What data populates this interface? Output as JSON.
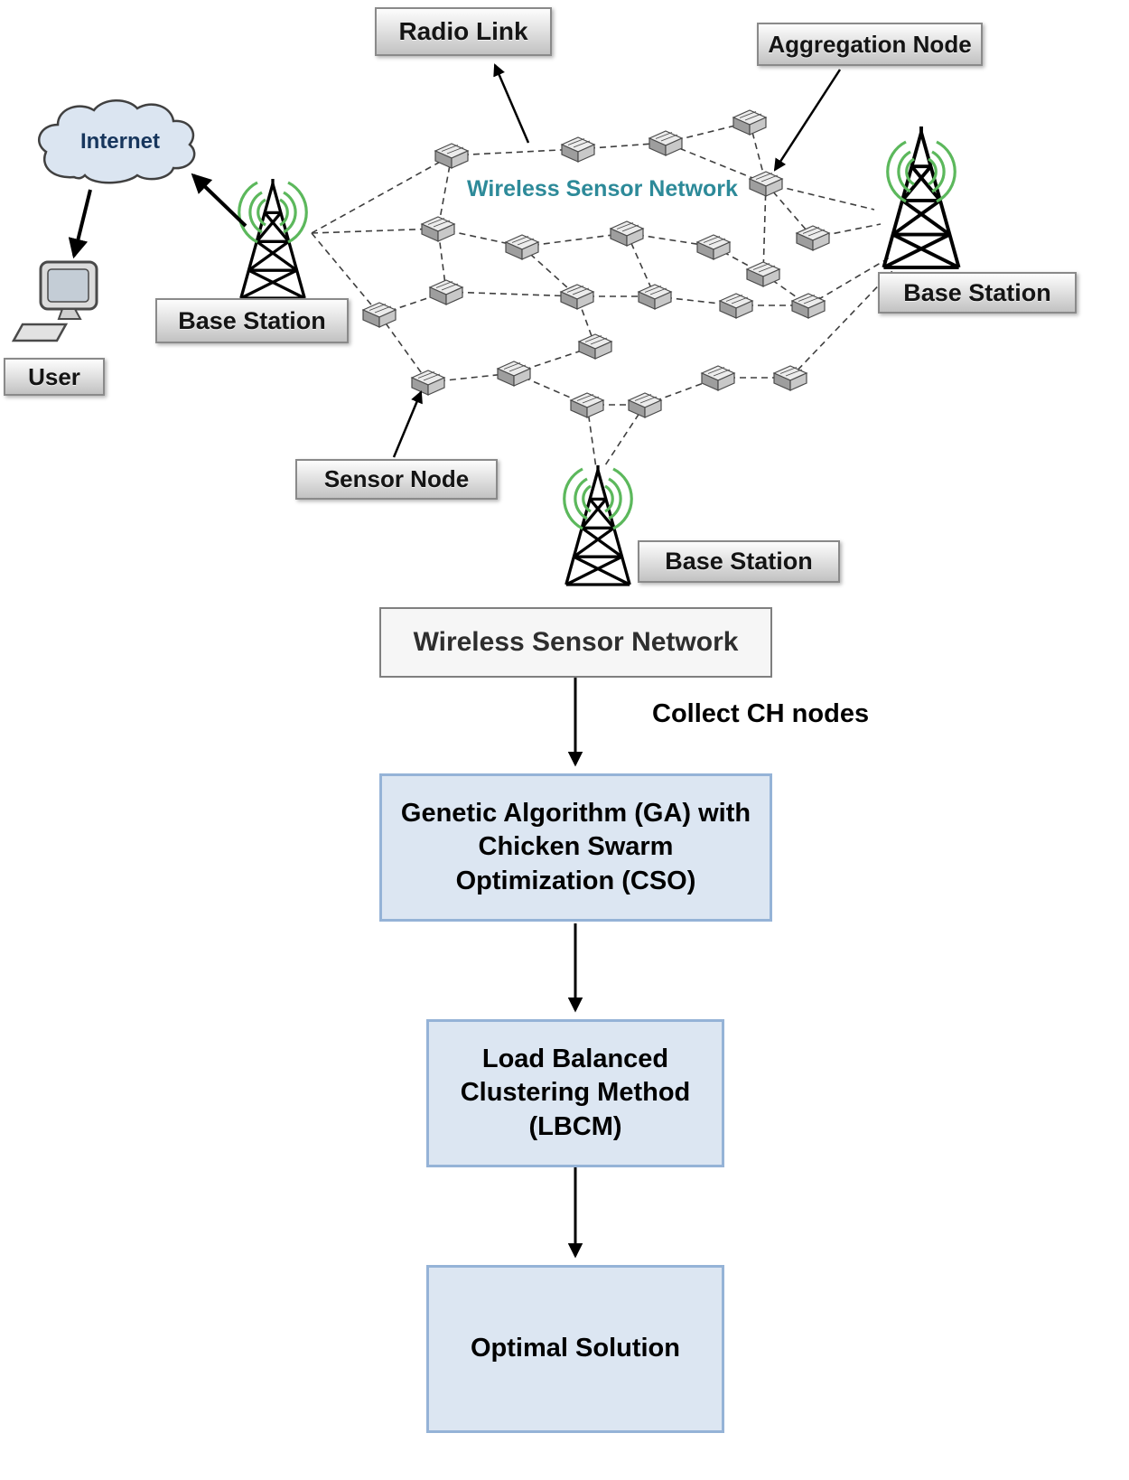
{
  "diagram": {
    "caption": "Wireless Sensor Network",
    "labels": {
      "radio_link": "Radio Link",
      "aggregation_node": "Aggregation Node",
      "internet": "Internet",
      "user": "User",
      "base_station_left": "Base Station",
      "base_station_right": "Base Station",
      "base_station_bottom": "Base Station",
      "sensor_node": "Sensor Node"
    }
  },
  "flowchart": {
    "arrow_label": "Collect CH nodes",
    "steps": [
      {
        "name": "wireless-sensor-network",
        "lines": [
          "Wireless Sensor Network"
        ]
      },
      {
        "name": "ga-cso",
        "lines": [
          "Genetic Algorithm (GA) with",
          "Chicken Swarm",
          "Optimization (CSO)"
        ]
      },
      {
        "name": "lbcm",
        "lines": [
          "Load Balanced",
          "Clustering Method",
          "(LBCM)"
        ]
      },
      {
        "name": "optimal-solution",
        "lines": [
          "Optimal Solution"
        ]
      }
    ]
  },
  "colors": {
    "signal_green": "#5cb85c",
    "flow_box_fill": "#dce6f2",
    "flow_box_border": "#95b3d7",
    "label_box_border": "#8a8a8a",
    "wsn_caption_teal": "#2d8a99",
    "cloud_fill": "#dbe5f1"
  }
}
